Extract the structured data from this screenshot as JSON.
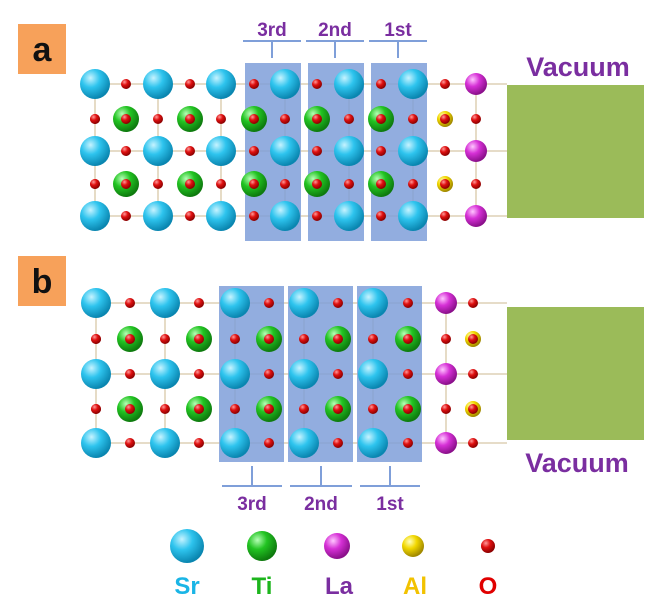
{
  "panels": [
    {
      "id": "a",
      "label": "a",
      "vacuum_label": "Vacuum",
      "layer_labels": [
        "3rd",
        "2nd",
        "1st"
      ]
    },
    {
      "id": "b",
      "label": "b",
      "vacuum_label": "Vacuum",
      "layer_labels": [
        "3rd",
        "2nd",
        "1st"
      ]
    }
  ],
  "legend": [
    {
      "element": "Sr",
      "color": "#1ab5e6"
    },
    {
      "element": "Ti",
      "color": "#1db51d"
    },
    {
      "element": "La",
      "color": "#7a2ea0"
    },
    {
      "element": "Al",
      "color": "#f2c200"
    },
    {
      "element": "O",
      "color": "#e00000"
    }
  ],
  "colors": {
    "panel_label_bg": "#f7a15a",
    "label_purple": "#7a2ea0",
    "layer_box": "#7f9fd9",
    "vacuum_box": "#9bbb59",
    "cell_lines": "#d8c8a8"
  }
}
